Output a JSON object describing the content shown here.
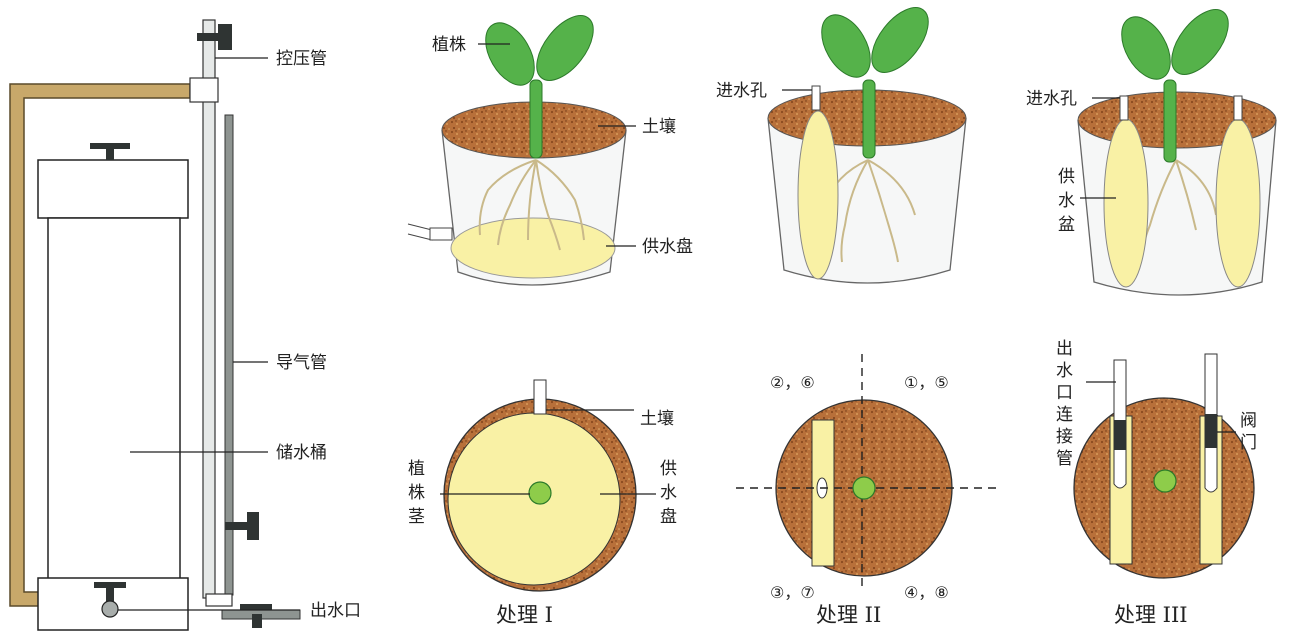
{
  "colors": {
    "soil": "#b8703a",
    "soil_dark": "#8a4a1f",
    "dish": "#f9f1a5",
    "leaf": "#55b24a",
    "leaf_dark": "#2c7a2a",
    "frame": "#c8a86a",
    "valve": "#2f3433",
    "tube_gray": "#a8adab",
    "root": "#c9b98a"
  },
  "icons": [
    "valve-handle",
    "plant-seedling",
    "soil-pot",
    "water-dish"
  ],
  "apparatus": {
    "control_tube": "控压管",
    "air_tube": "导气管",
    "water_bucket": "储水桶",
    "water_outlet": "出水口"
  },
  "treatment1": {
    "plant": "植株",
    "soil": "土壤",
    "dish": "供水盘",
    "caption": "处理 I",
    "top_soil": "土壤",
    "stem_lines": [
      "植",
      "株",
      "茎"
    ],
    "dish_lines": [
      "供",
      "水",
      "盘"
    ]
  },
  "treatment2": {
    "inlet": "进水孔",
    "caption": "处理 II",
    "quadrants": {
      "top_left": "②，⑥",
      "top_right": "①，⑤",
      "bottom_left": "③，⑦",
      "bottom_right": "④，⑧"
    }
  },
  "treatment3": {
    "inlet": "进水孔",
    "basin_lines": [
      "供",
      "水",
      "盆"
    ],
    "outlet_lines": [
      "出",
      "水",
      "口",
      "连",
      "接",
      "管"
    ],
    "valve_lines": [
      "阀",
      "门"
    ],
    "caption": "处理 III"
  }
}
